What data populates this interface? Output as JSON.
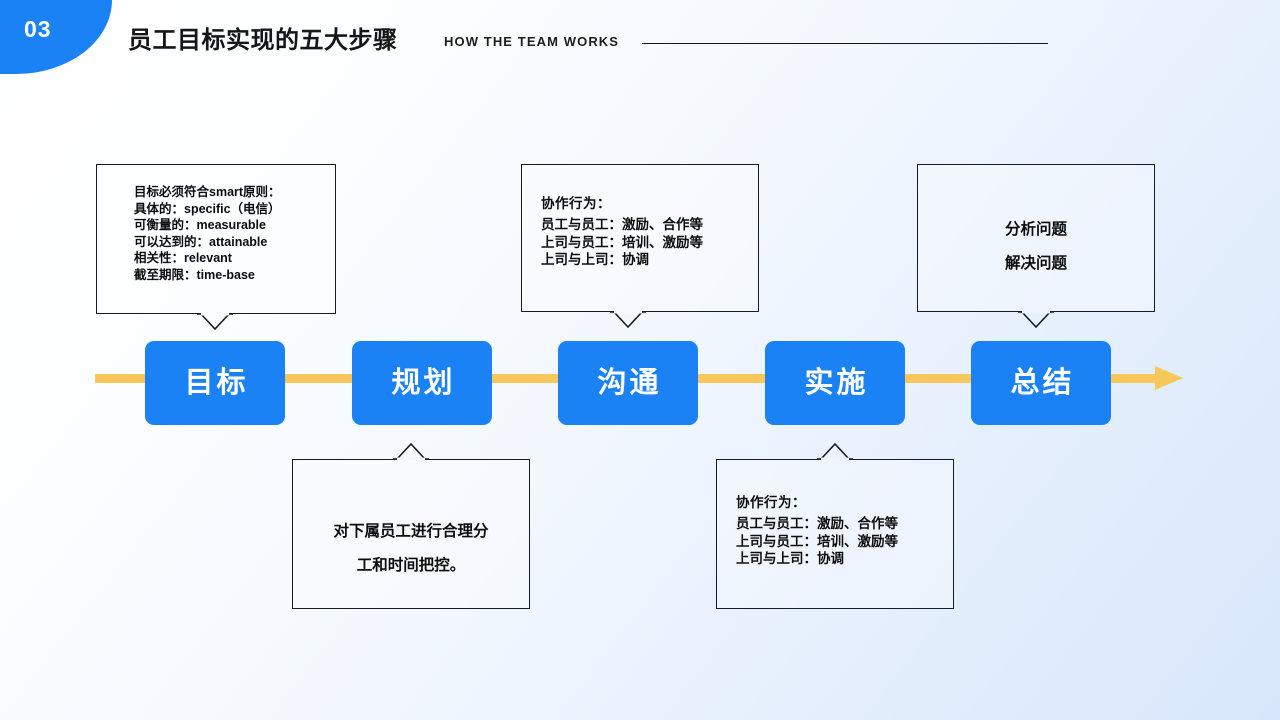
{
  "header": {
    "number": "03",
    "title": "员工目标实现的五大步骤",
    "subtitle": "HOW THE TEAM WORKS",
    "accent_color": "#1a82f5",
    "rule_color": "#111820"
  },
  "flow": {
    "line_color": "#f8c75c",
    "arrow_icon": "arrow-right-icon",
    "steps": [
      {
        "label": "目标"
      },
      {
        "label": "规划"
      },
      {
        "label": "沟通"
      },
      {
        "label": "实施"
      },
      {
        "label": "总结"
      }
    ]
  },
  "callouts": {
    "goal": {
      "position": "above",
      "lines": [
        "目标必须符合smart原则：",
        "具体的：specific（电信）",
        "可衡量的：measurable",
        "可以达到的：attainable",
        "相关性：relevant",
        "截至期限：time-base"
      ]
    },
    "plan": {
      "position": "below",
      "lines": [
        "对下属员工进行合理分",
        "工和时间把控。"
      ]
    },
    "communicate": {
      "position": "above",
      "title": "协作行为：",
      "lines": [
        "员工与员工：激励、合作等",
        "上司与员工：培训、激励等",
        "上司与上司：协调"
      ]
    },
    "execute": {
      "position": "below",
      "title": "协作行为：",
      "lines": [
        "员工与员工：激励、合作等",
        "上司与员工：培训、激励等",
        "上司与上司：协调"
      ]
    },
    "summary": {
      "position": "above",
      "lines": [
        "分析问题",
        "解决问题"
      ]
    }
  }
}
